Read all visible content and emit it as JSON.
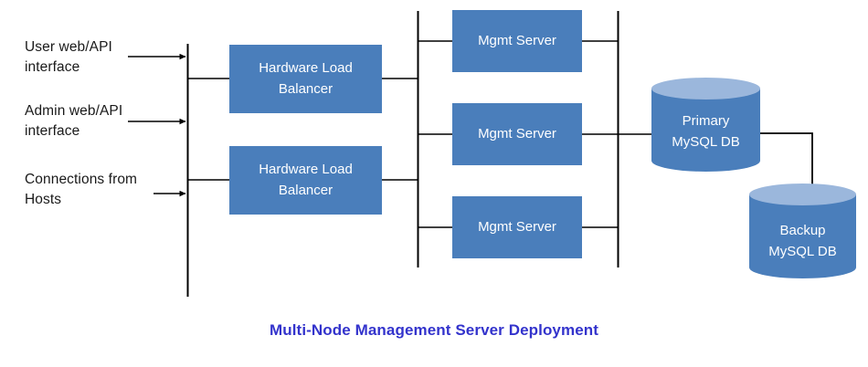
{
  "title": "Multi-Node Management Server Deployment",
  "colors": {
    "node_fill": "#4A7EBB",
    "cylinder_top": "#9BB7DC",
    "title_text": "#3333CC",
    "line": "#000000",
    "label_text": "#1A1A1A",
    "node_text": "#FFFFFF",
    "background": "#FFFFFF"
  },
  "inputs": [
    {
      "id": "user-web-api",
      "label": "User web/API\ninterface"
    },
    {
      "id": "admin-web-api",
      "label": "Admin web/API\ninterface"
    },
    {
      "id": "connections-from-hosts",
      "label": "Connections from\nHosts"
    }
  ],
  "load_balancers": [
    {
      "id": "hardware-load-balancer-1",
      "label": "Hardware Load\nBalancer"
    },
    {
      "id": "hardware-load-balancer-2",
      "label": "Hardware Load\nBalancer"
    }
  ],
  "mgmt_servers": [
    {
      "id": "mgmt-server-1",
      "label": "Mgmt Server"
    },
    {
      "id": "mgmt-server-2",
      "label": "Mgmt Server"
    },
    {
      "id": "mgmt-server-3",
      "label": "Mgmt Server"
    }
  ],
  "databases": [
    {
      "id": "primary-mysql-db",
      "label": "Primary\nMySQL DB"
    },
    {
      "id": "backup-mysql-db",
      "label": "Backup\nMySQL DB"
    }
  ]
}
